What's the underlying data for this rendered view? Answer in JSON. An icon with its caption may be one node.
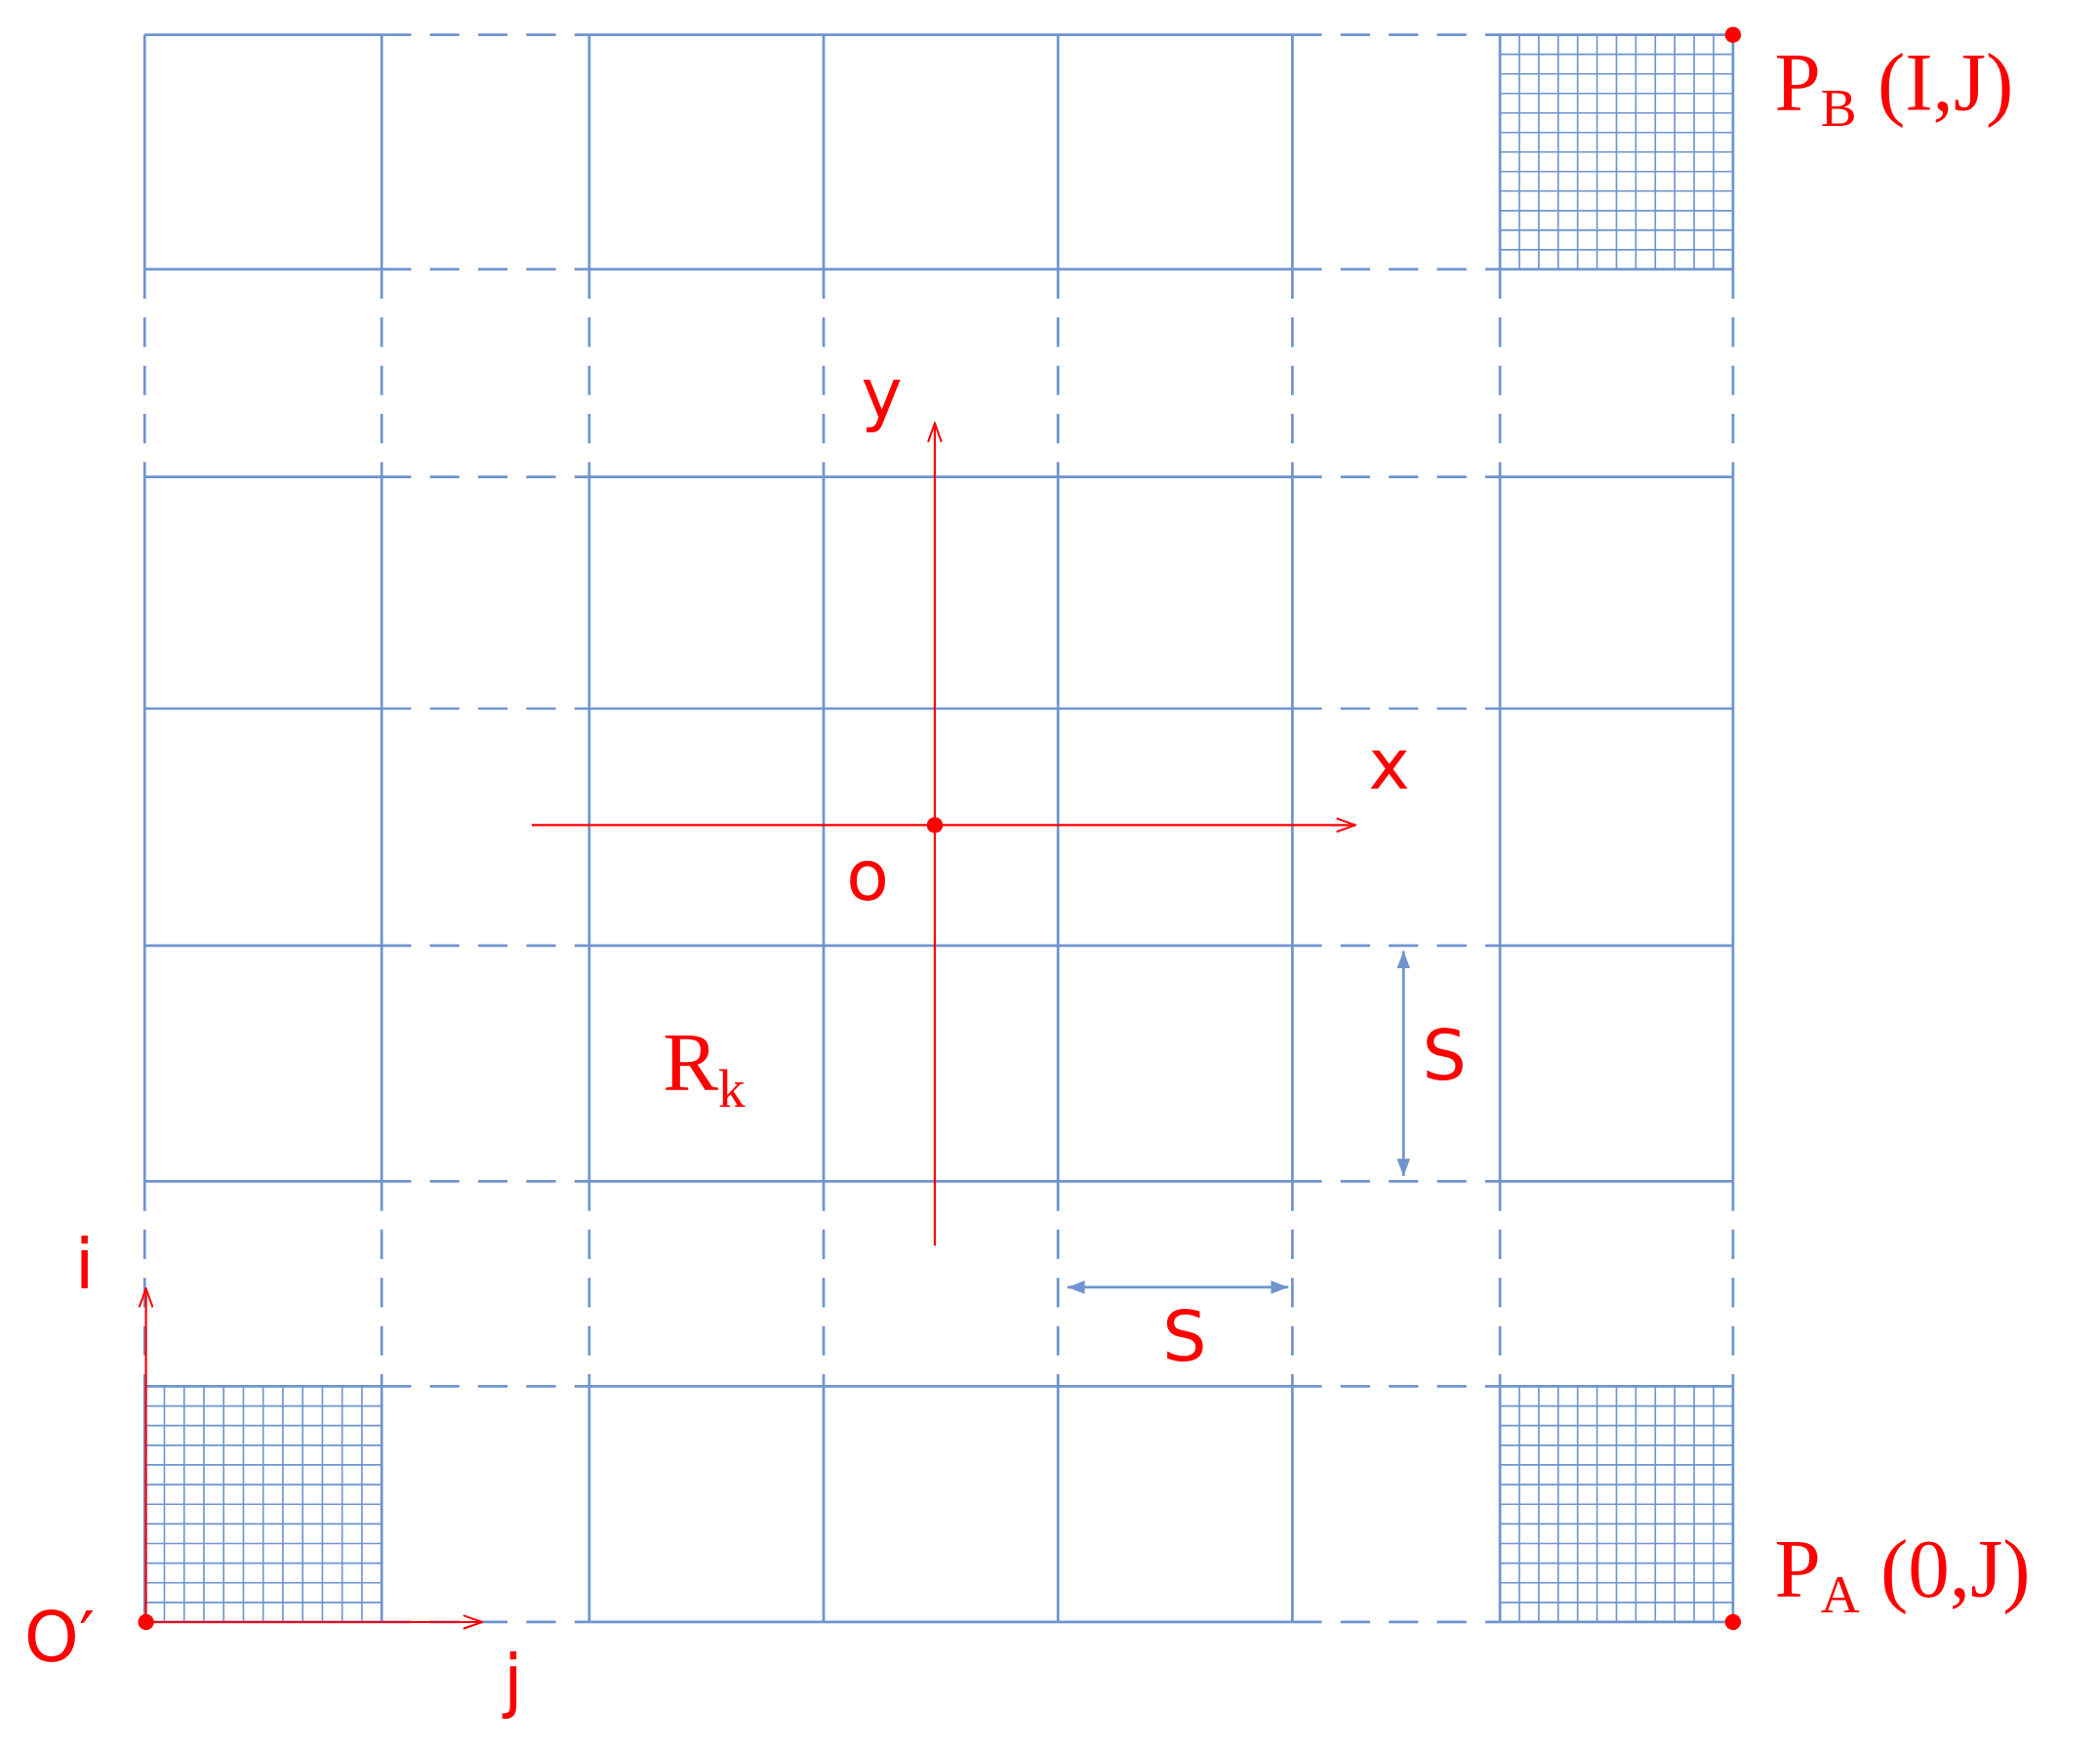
{
  "diagram": {
    "labels": [
      "P$_{B}$ (I,J)",
      "y",
      "x",
      "o",
      "R$_{k}$",
      "S",
      "S",
      "i",
      "O′",
      "j",
      "P$_{A}$ (0,J)"
    ]
  }
}
